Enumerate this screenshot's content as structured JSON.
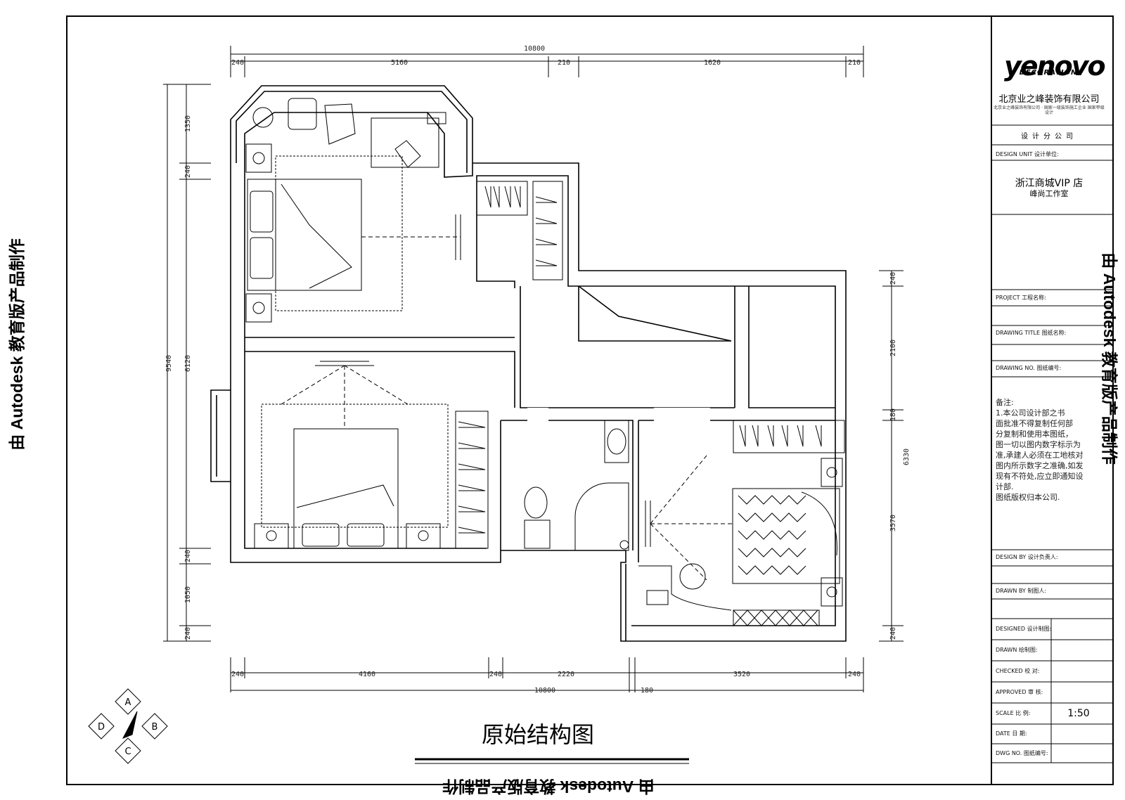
{
  "watermark": "由 Autodesk 教育版产品制作",
  "plan_title": "原始结构图",
  "dimensions": {
    "top": [
      "240",
      "5160",
      "210",
      "1620",
      "210"
    ],
    "top_total": "10800",
    "bottom": [
      "240",
      "4160",
      "240",
      "2220",
      "3520",
      "240"
    ],
    "bottom_total": "10800",
    "bottom_extra": "180",
    "left": [
      "1350",
      "240",
      "6120",
      "240",
      "1050",
      "240"
    ],
    "left_total": "9540",
    "right": [
      "240",
      "2100",
      "180",
      "3570",
      "240"
    ],
    "right_total": "6330"
  },
  "compass": {
    "a": "A",
    "b": "B",
    "c": "C",
    "d": "D"
  },
  "title_block": {
    "logo": "yenovo",
    "logo_sub": "DECORATION",
    "company": "北京业之峰装饰有限公司",
    "company_sub": "北京业之峰装饰有限公司 · 国家一级装饰施工企业 国家甲级设计",
    "design_unit": "设计分公司",
    "design_unit_label": "DESIGN UNIT    设计单位:",
    "project": "浙江商城VIP 店",
    "project_sub": "峰尚工作室",
    "project_label": "PROJECT     工程名称:",
    "drawing_title_label": "DRAWING TITLE    图纸名称:",
    "drawing_number_label": "DRAWING NO.    图纸编号:",
    "notes_title": "备注:",
    "notes": [
      "1.本公司设计部之书",
      "面批准不得复制任何部",
      "分复制和使用本图纸，",
      "图一切以图内数字标示为",
      "准,承建人必须在工地核对",
      "图内所示数字之准确,如发",
      "现有不符处,应立即通知设",
      "计部.",
      "  图纸版权归本公司."
    ],
    "designer_label": "DESIGN BY    设计负责人:",
    "drawn_label": "DRAWN BY    制图人:",
    "rows": [
      {
        "label": "DESIGNED  设计制图:",
        "value": ""
      },
      {
        "label": "DRAWN    绘制图:",
        "value": ""
      },
      {
        "label": "CHECKED   校  对:",
        "value": ""
      },
      {
        "label": "APPROVED  审  核:",
        "value": ""
      },
      {
        "label": "SCALE    比  例:",
        "value": "1:50"
      },
      {
        "label": "DATE     日  期:",
        "value": ""
      },
      {
        "label": "DWG NO.   图纸编号:",
        "value": ""
      }
    ]
  },
  "colors": {
    "line": "#000000",
    "ink": "#222222"
  }
}
